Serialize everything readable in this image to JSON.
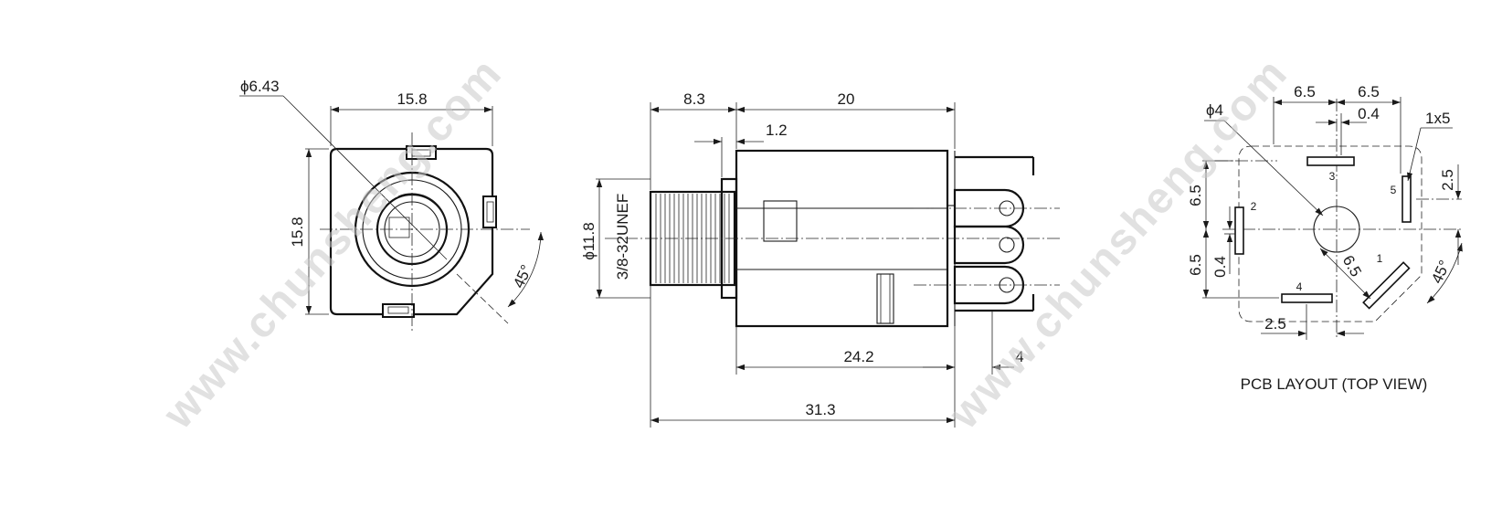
{
  "colors": {
    "line": "#1a1a1a",
    "background": "#ffffff",
    "watermark": "#c9c9c9"
  },
  "watermark": "www.chunsheng.com",
  "front_view": {
    "diameter": "ϕ6.43",
    "width": "15.8",
    "height": "15.8",
    "angle": "45°"
  },
  "side_view": {
    "front_length": "8.3",
    "body_length": "20",
    "flange": "1.2",
    "thread_diameter": "ϕ11.8",
    "thread": "3/8-32UNEF",
    "body_to_pins": "24.2",
    "pin_length": "4",
    "total_length": "31.3"
  },
  "pcb": {
    "title": "PCB LAYOUT (TOP VIEW)",
    "hole": "ϕ4",
    "spacing_left": "6.5",
    "spacing_right": "6.5",
    "offset_top": "0.4",
    "slot": "1x5",
    "pad5_offset": "2.5",
    "vert_upper": "6.5",
    "vert_lower": "6.5",
    "offset_left": "0.4",
    "bottom_offset": "2.5",
    "diag": "6.5",
    "angle": "45°",
    "pins": [
      "1",
      "2",
      "3",
      "4",
      "5"
    ]
  }
}
